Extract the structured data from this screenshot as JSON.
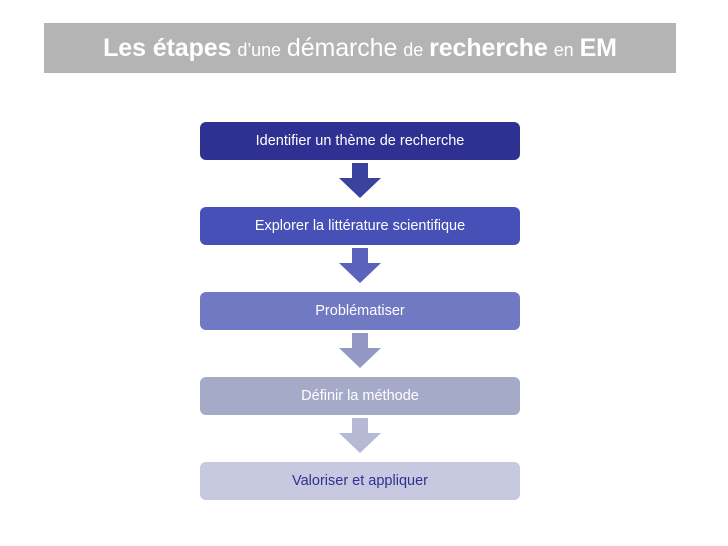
{
  "slide": {
    "background_color": "#ffffff",
    "title": {
      "banner_color": "#b4b4b4",
      "text_color": "#ffffff",
      "full_text": "Les étapes d’une démarche de recherche en EM",
      "parts": [
        {
          "text": "Les étapes",
          "style": "bold-large"
        },
        {
          "text": "d’une",
          "style": "regular-small"
        },
        {
          "text": "démarche",
          "style": "regular-large"
        },
        {
          "text": "de",
          "style": "regular-small"
        },
        {
          "text": "recherche",
          "style": "bold-large"
        },
        {
          "text": "en",
          "style": "regular-small"
        },
        {
          "text": "EM",
          "style": "bold-large"
        }
      ]
    },
    "flow": {
      "steps": [
        {
          "index": 1,
          "label": "Identifier un thème de recherche",
          "fill": "#2e3192",
          "text_color": "#ffffff"
        },
        {
          "index": 2,
          "label": "Explorer la littérature scientifique",
          "fill": "#4750b7",
          "text_color": "#ffffff"
        },
        {
          "index": 3,
          "label": "Problématiser",
          "fill": "#7079c1",
          "text_color": "#ffffff"
        },
        {
          "index": 4,
          "label": "Définir la méthode",
          "fill": "#a6aac9",
          "text_color": "#ffffff"
        },
        {
          "index": 5,
          "label": "Valoriser et appliquer",
          "fill": "#c6c9df",
          "text_color": "#2e3192"
        }
      ],
      "connectors": [
        {
          "index": 1,
          "from_step": 1,
          "to_step": 2,
          "direction": "down",
          "fill": "#3b419f"
        },
        {
          "index": 2,
          "from_step": 2,
          "to_step": 3,
          "direction": "down",
          "fill": "#5a62bb"
        },
        {
          "index": 3,
          "from_step": 3,
          "to_step": 4,
          "direction": "down",
          "fill": "#9397c4"
        },
        {
          "index": 4,
          "from_step": 4,
          "to_step": 5,
          "direction": "down",
          "fill": "#b5b9d4"
        }
      ]
    }
  }
}
